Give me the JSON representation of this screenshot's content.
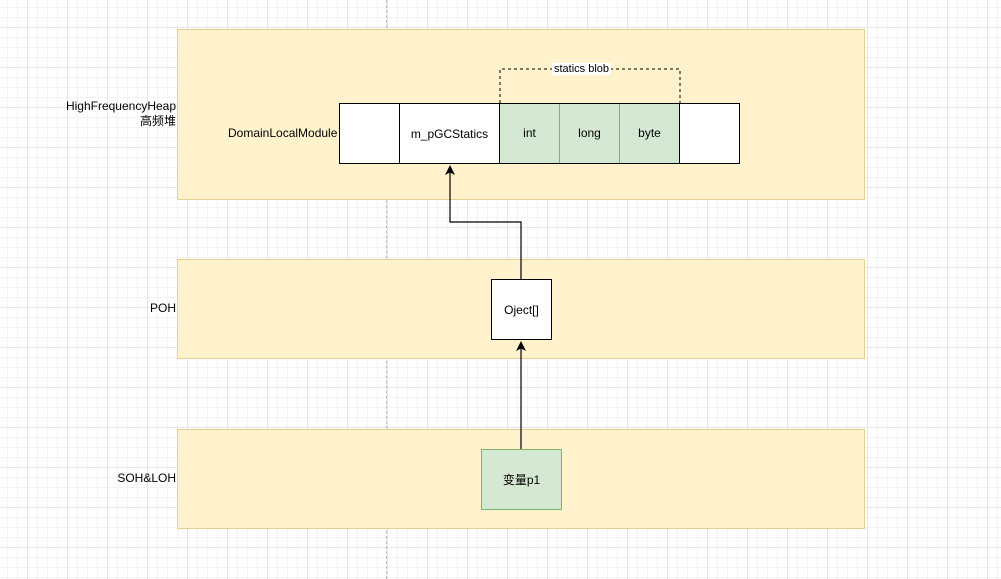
{
  "diagram": {
    "lanes": {
      "high_frequency_heap": {
        "label_line1": "HighFrequencyHeap",
        "label_line2": "高频堆"
      },
      "poh": {
        "label": "POH"
      },
      "soh_loh": {
        "label": "SOH&LOH"
      }
    },
    "domain_local_module": {
      "label": "DomainLocalModule",
      "cells": {
        "empty_first": "",
        "gc_statics": "m_pGCStatics",
        "int": "int",
        "long": "long",
        "byte": "byte",
        "empty_last": ""
      },
      "statics_blob_label": "statics blob"
    },
    "object_array": {
      "label": "Oject[]"
    },
    "variable": {
      "label": "变量p1"
    },
    "colors": {
      "lane_fill": "#fff2cc",
      "lane_border": "#e7cf92",
      "static_cell_fill": "#d5e8d4",
      "static_cell_border": "#82b366",
      "arrow": "#000000"
    }
  }
}
